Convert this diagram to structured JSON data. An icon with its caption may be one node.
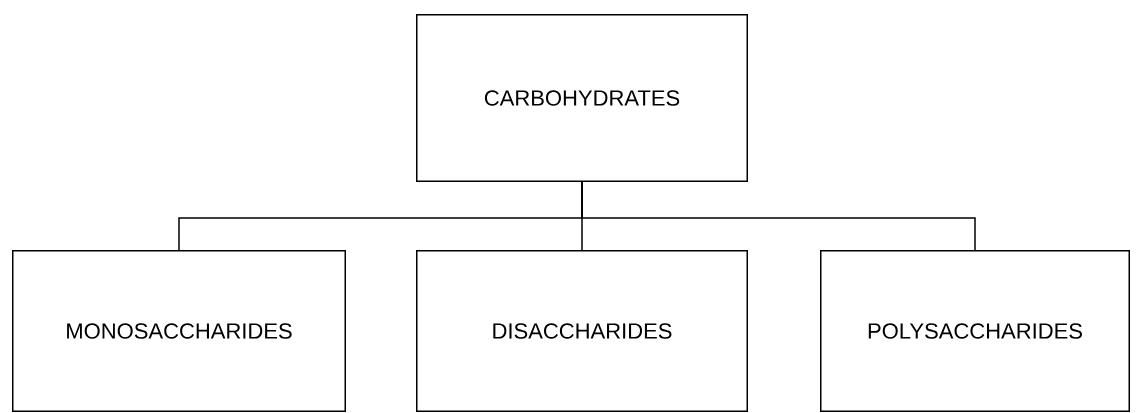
{
  "diagram": {
    "nodes": [
      {
        "text": [
          "CARBOHYDRATES"
        ]
      },
      {
        "text": [
          "MONOSACCHARIDES"
        ]
      },
      {
        "text": [
          "DISACCHARIDES"
        ]
      },
      {
        "text": [
          "POLYSACCHARIDES"
        ]
      }
    ],
    "edges": [
      {
        "from": 0,
        "to": 1,
        "arrow": "none"
      },
      {
        "from": 0,
        "to": 2,
        "arrow": "none"
      },
      {
        "from": 0,
        "to": 3,
        "arrow": "none"
      }
    ]
  }
}
